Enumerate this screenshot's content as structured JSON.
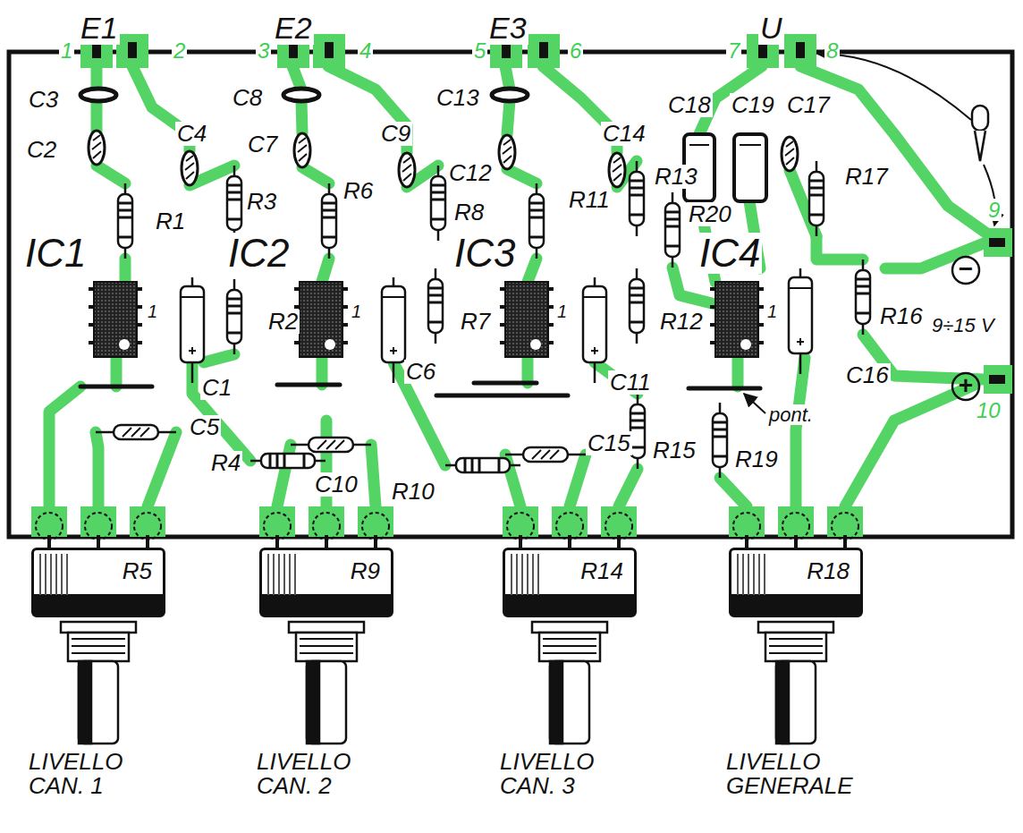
{
  "diagram": {
    "nodes": [
      {
        "text": [
          "R5"
        ]
      },
      {
        "text": [
          "R9"
        ]
      },
      {
        "text": [
          "R14"
        ]
      },
      {
        "text": [
          "R18"
        ]
      }
    ],
    "labels": [
      "E1",
      "E2",
      "E3",
      "U",
      "1",
      "2",
      "3",
      "4",
      "5",
      "6",
      "7",
      "8",
      "C3",
      "C2",
      "C4",
      "R1",
      "R3",
      "C8",
      "C7",
      "R6",
      "C9",
      "C12",
      "R8",
      "C13",
      "R11",
      "C14",
      "R13",
      "C18",
      "C19",
      "C17",
      "R17",
      "R20",
      "IC1",
      "IC2",
      "IC3",
      "IC4",
      "1",
      "R2",
      "1",
      "R7",
      "1",
      "R12",
      "1",
      "R16",
      "C1",
      "C6",
      "C11",
      "C16",
      "pont.",
      "C5",
      "R4",
      "C10",
      "R10",
      "C15",
      "R15",
      "R19",
      "9",
      "−",
      "9÷15 V",
      "+",
      "10",
      "LIVELLO CAN. 1",
      "LIVELLO CAN. 2",
      "LIVELLO CAN. 3",
      "LIVELLO GENERALE"
    ]
  }
}
